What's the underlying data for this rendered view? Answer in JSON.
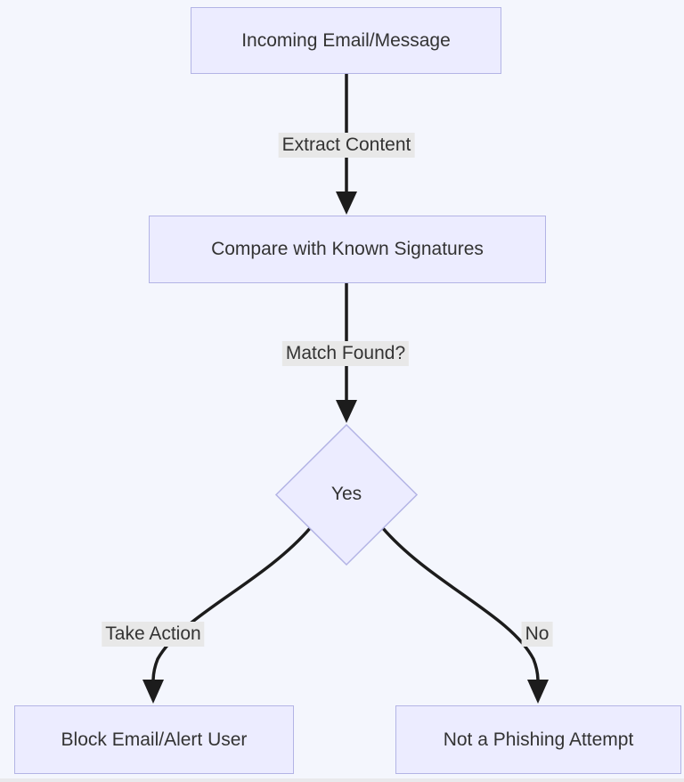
{
  "diagram": {
    "type": "flowchart",
    "direction": "top-down",
    "nodes": {
      "incoming": {
        "label": "Incoming Email/Message",
        "shape": "rectangle"
      },
      "compare": {
        "label": "Compare with Known Signatures",
        "shape": "rectangle"
      },
      "decision": {
        "label": "Yes",
        "shape": "diamond"
      },
      "block": {
        "label": "Block Email/Alert User",
        "shape": "rectangle"
      },
      "not_phishing": {
        "label": "Not a Phishing Attempt",
        "shape": "rectangle"
      }
    },
    "edges": {
      "extract_content": {
        "from": "incoming",
        "to": "compare",
        "label": "Extract Content"
      },
      "match_found": {
        "from": "compare",
        "to": "decision",
        "label": "Match Found?"
      },
      "take_action": {
        "from": "decision",
        "to": "block",
        "label": "Take Action"
      },
      "no": {
        "from": "decision",
        "to": "not_phishing",
        "label": "No"
      }
    },
    "colors": {
      "background": "#f4f6fd",
      "node_fill": "#ececff",
      "node_border": "#b3b4e5",
      "edge_line": "#1c1c1c",
      "edge_label_bg": "#e8e8e8",
      "text": "#333333"
    }
  }
}
